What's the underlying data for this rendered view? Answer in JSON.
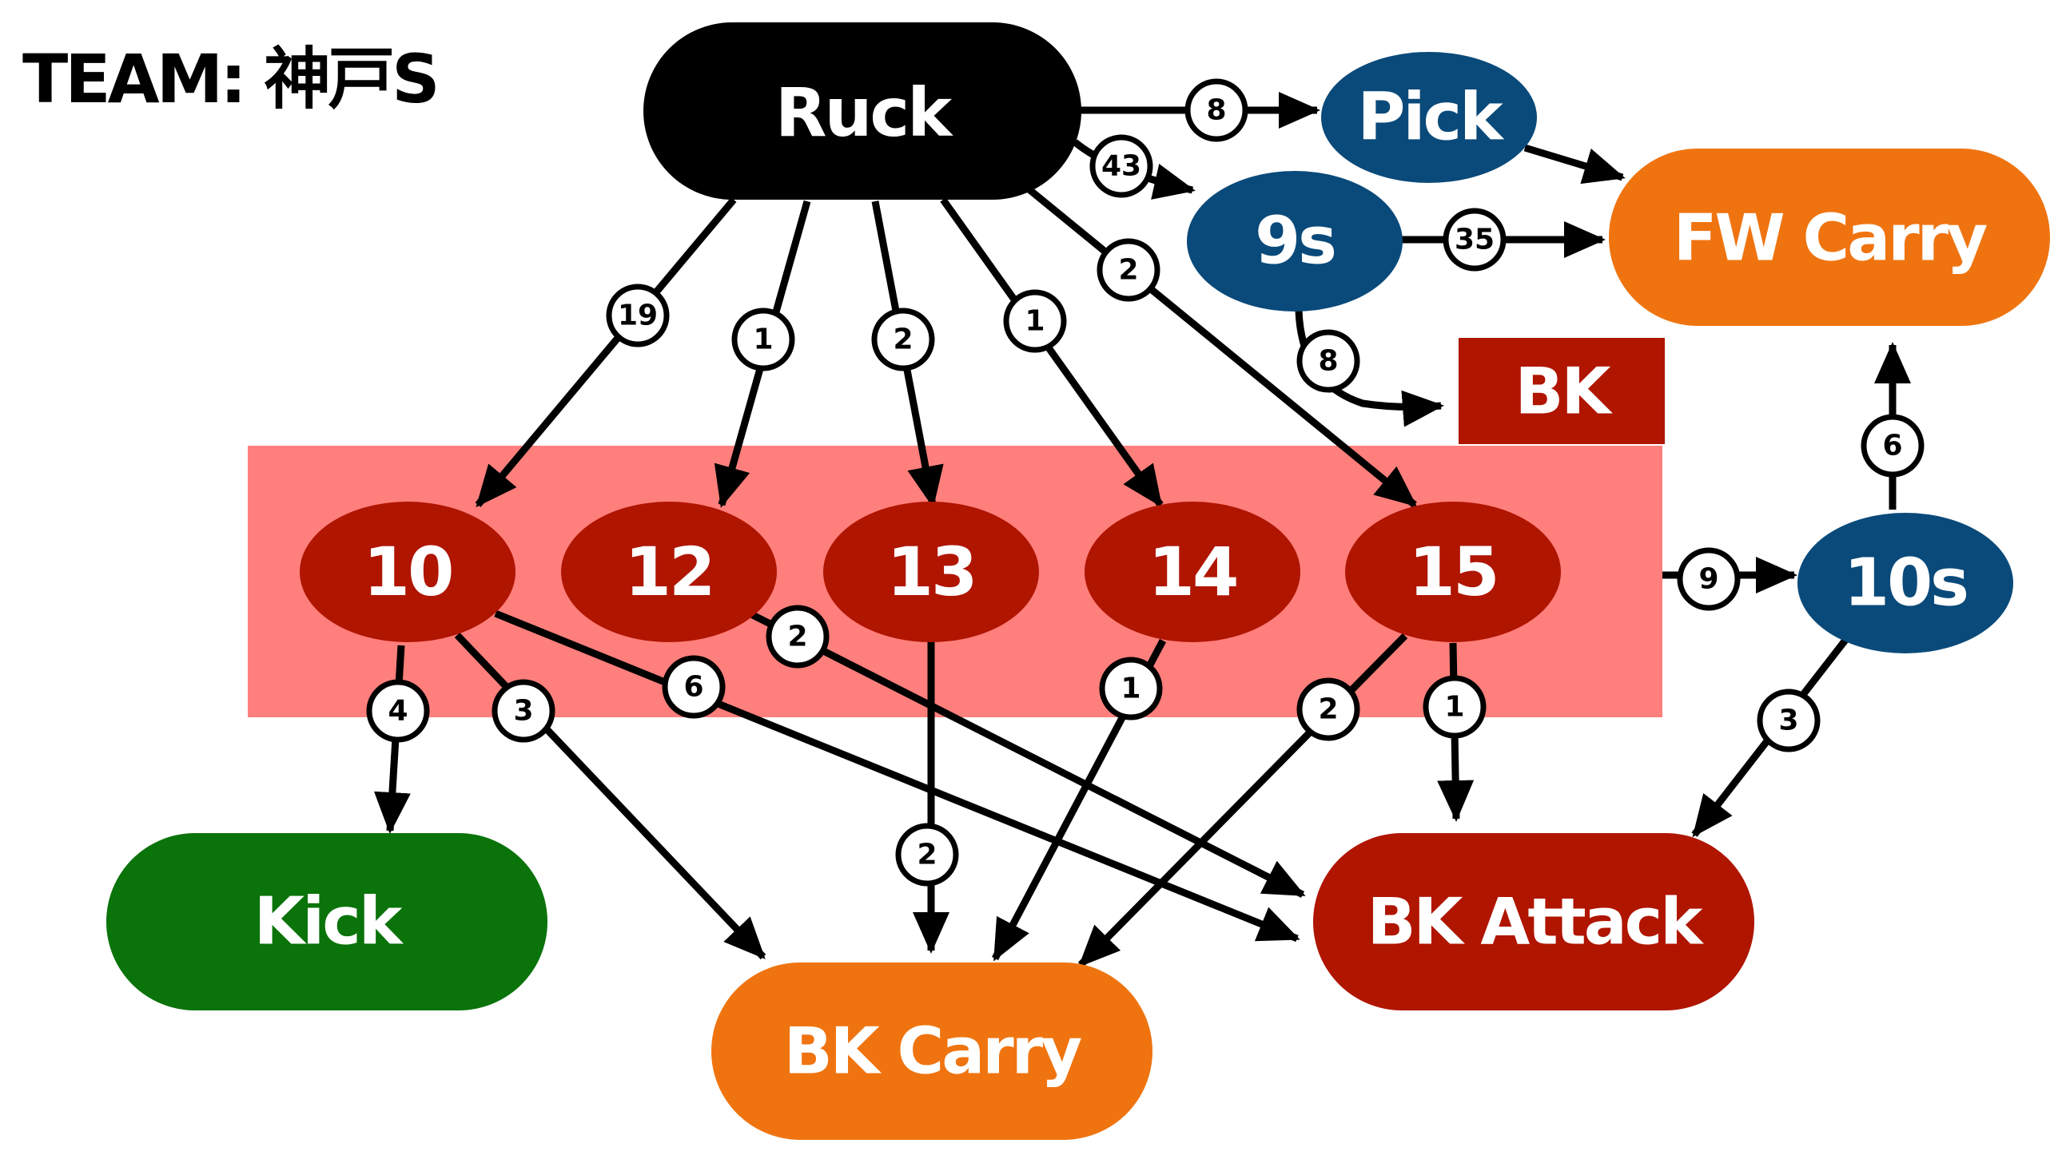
{
  "team_title": "TEAM: 神戸S",
  "colors": {
    "ruck": "#000000",
    "blue": "#0a4a7a",
    "orange": "#ef7410",
    "dark_red": "#b01500",
    "green": "#0a730a",
    "highlight_band": "#ff7f7c"
  },
  "nodes": {
    "ruck": "Ruck",
    "pick": "Pick",
    "nine_s": "9s",
    "fw_carry": "FW Carry",
    "bk_box": "BK",
    "p10": "10",
    "p12": "12",
    "p13": "13",
    "p14": "14",
    "p15": "15",
    "ten_s": "10s",
    "kick": "Kick",
    "bk_carry": "BK Carry",
    "bk_attack": "BK Attack"
  },
  "edges": [
    {
      "id": "ruck-pick",
      "from": "Ruck",
      "to": "Pick",
      "label": "8"
    },
    {
      "id": "ruck-9s",
      "from": "Ruck",
      "to": "9s",
      "label": "43"
    },
    {
      "id": "pick-fwcarry",
      "from": "Pick",
      "to": "FW Carry",
      "label": ""
    },
    {
      "id": "9s-fwcarry",
      "from": "9s",
      "to": "FW Carry",
      "label": "35"
    },
    {
      "id": "9s-bk",
      "from": "9s",
      "to": "BK",
      "label": "8"
    },
    {
      "id": "ruck-10",
      "from": "Ruck",
      "to": "10",
      "label": "19"
    },
    {
      "id": "ruck-12",
      "from": "Ruck",
      "to": "12",
      "label": "1"
    },
    {
      "id": "ruck-13",
      "from": "Ruck",
      "to": "13",
      "label": "2"
    },
    {
      "id": "ruck-14",
      "from": "Ruck",
      "to": "14",
      "label": "1"
    },
    {
      "id": "ruck-15",
      "from": "Ruck",
      "to": "15",
      "label": "2"
    },
    {
      "id": "band-10s",
      "from": "BK line",
      "to": "10s",
      "label": "9"
    },
    {
      "id": "10s-fwcarry",
      "from": "10s",
      "to": "FW Carry",
      "label": "6"
    },
    {
      "id": "10s-bkattack",
      "from": "10s",
      "to": "BK Attack",
      "label": "3"
    },
    {
      "id": "10-kick",
      "from": "10",
      "to": "Kick",
      "label": "4"
    },
    {
      "id": "10-bkcarry",
      "from": "10",
      "to": "BK Carry",
      "label": "3"
    },
    {
      "id": "10-bkattack",
      "from": "10",
      "to": "BK Attack",
      "label": "6"
    },
    {
      "id": "12-bkattack",
      "from": "12",
      "to": "BK Attack",
      "label": "2"
    },
    {
      "id": "13-bkcarry",
      "from": "13",
      "to": "BK Carry",
      "label": "2"
    },
    {
      "id": "14-bkcarry",
      "from": "14",
      "to": "BK Carry",
      "label": "1"
    },
    {
      "id": "15-bkcarry",
      "from": "15",
      "to": "BK Carry",
      "label": "2"
    },
    {
      "id": "15-bkattack",
      "from": "15",
      "to": "BK Attack",
      "label": "1"
    }
  ]
}
